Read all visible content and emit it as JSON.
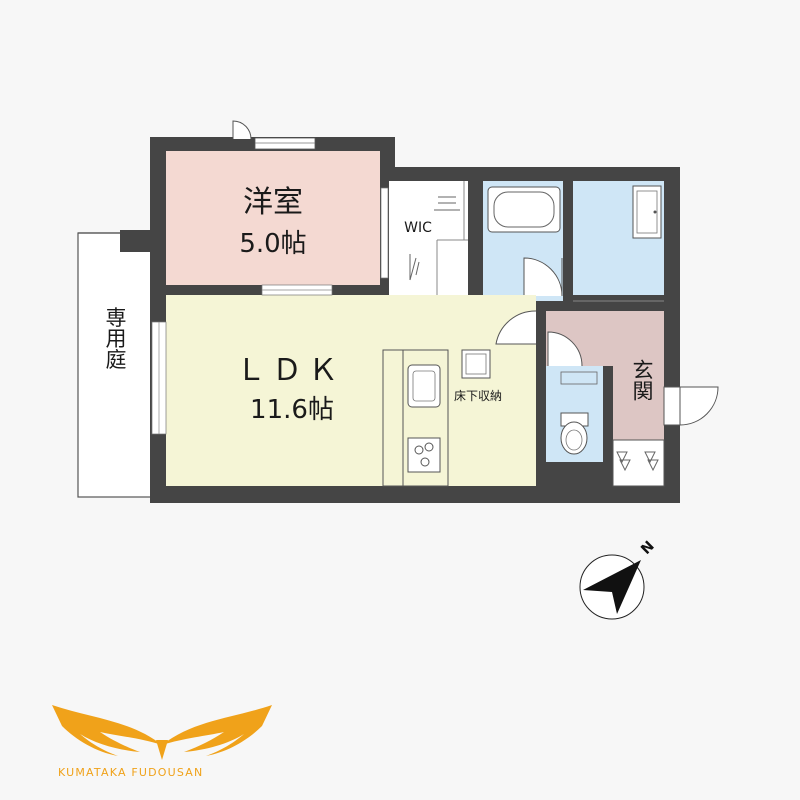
{
  "floorplan": {
    "rooms": {
      "western": {
        "name": "洋室",
        "size": "5.0帖"
      },
      "wic": {
        "name": "WIC"
      },
      "ldk": {
        "name": "ＬＤＫ",
        "size": "11.6帖"
      },
      "underfloor": {
        "name": "床下収納"
      },
      "entrance": {
        "name": "玄関"
      },
      "garden": {
        "name": "専用庭"
      }
    },
    "compass": {
      "label": "N"
    },
    "colors": {
      "wall": "#454545",
      "western": "#f4d9d2",
      "ldk": "#f5f5d6",
      "water": "#cfe6f6",
      "entrance": "#ddc6c4",
      "closet": "#ffffff",
      "garden": "#ffffff"
    }
  },
  "brand": {
    "name": "KUMATAKA FUDOUSAN",
    "logo_color": "#f0a21a"
  }
}
